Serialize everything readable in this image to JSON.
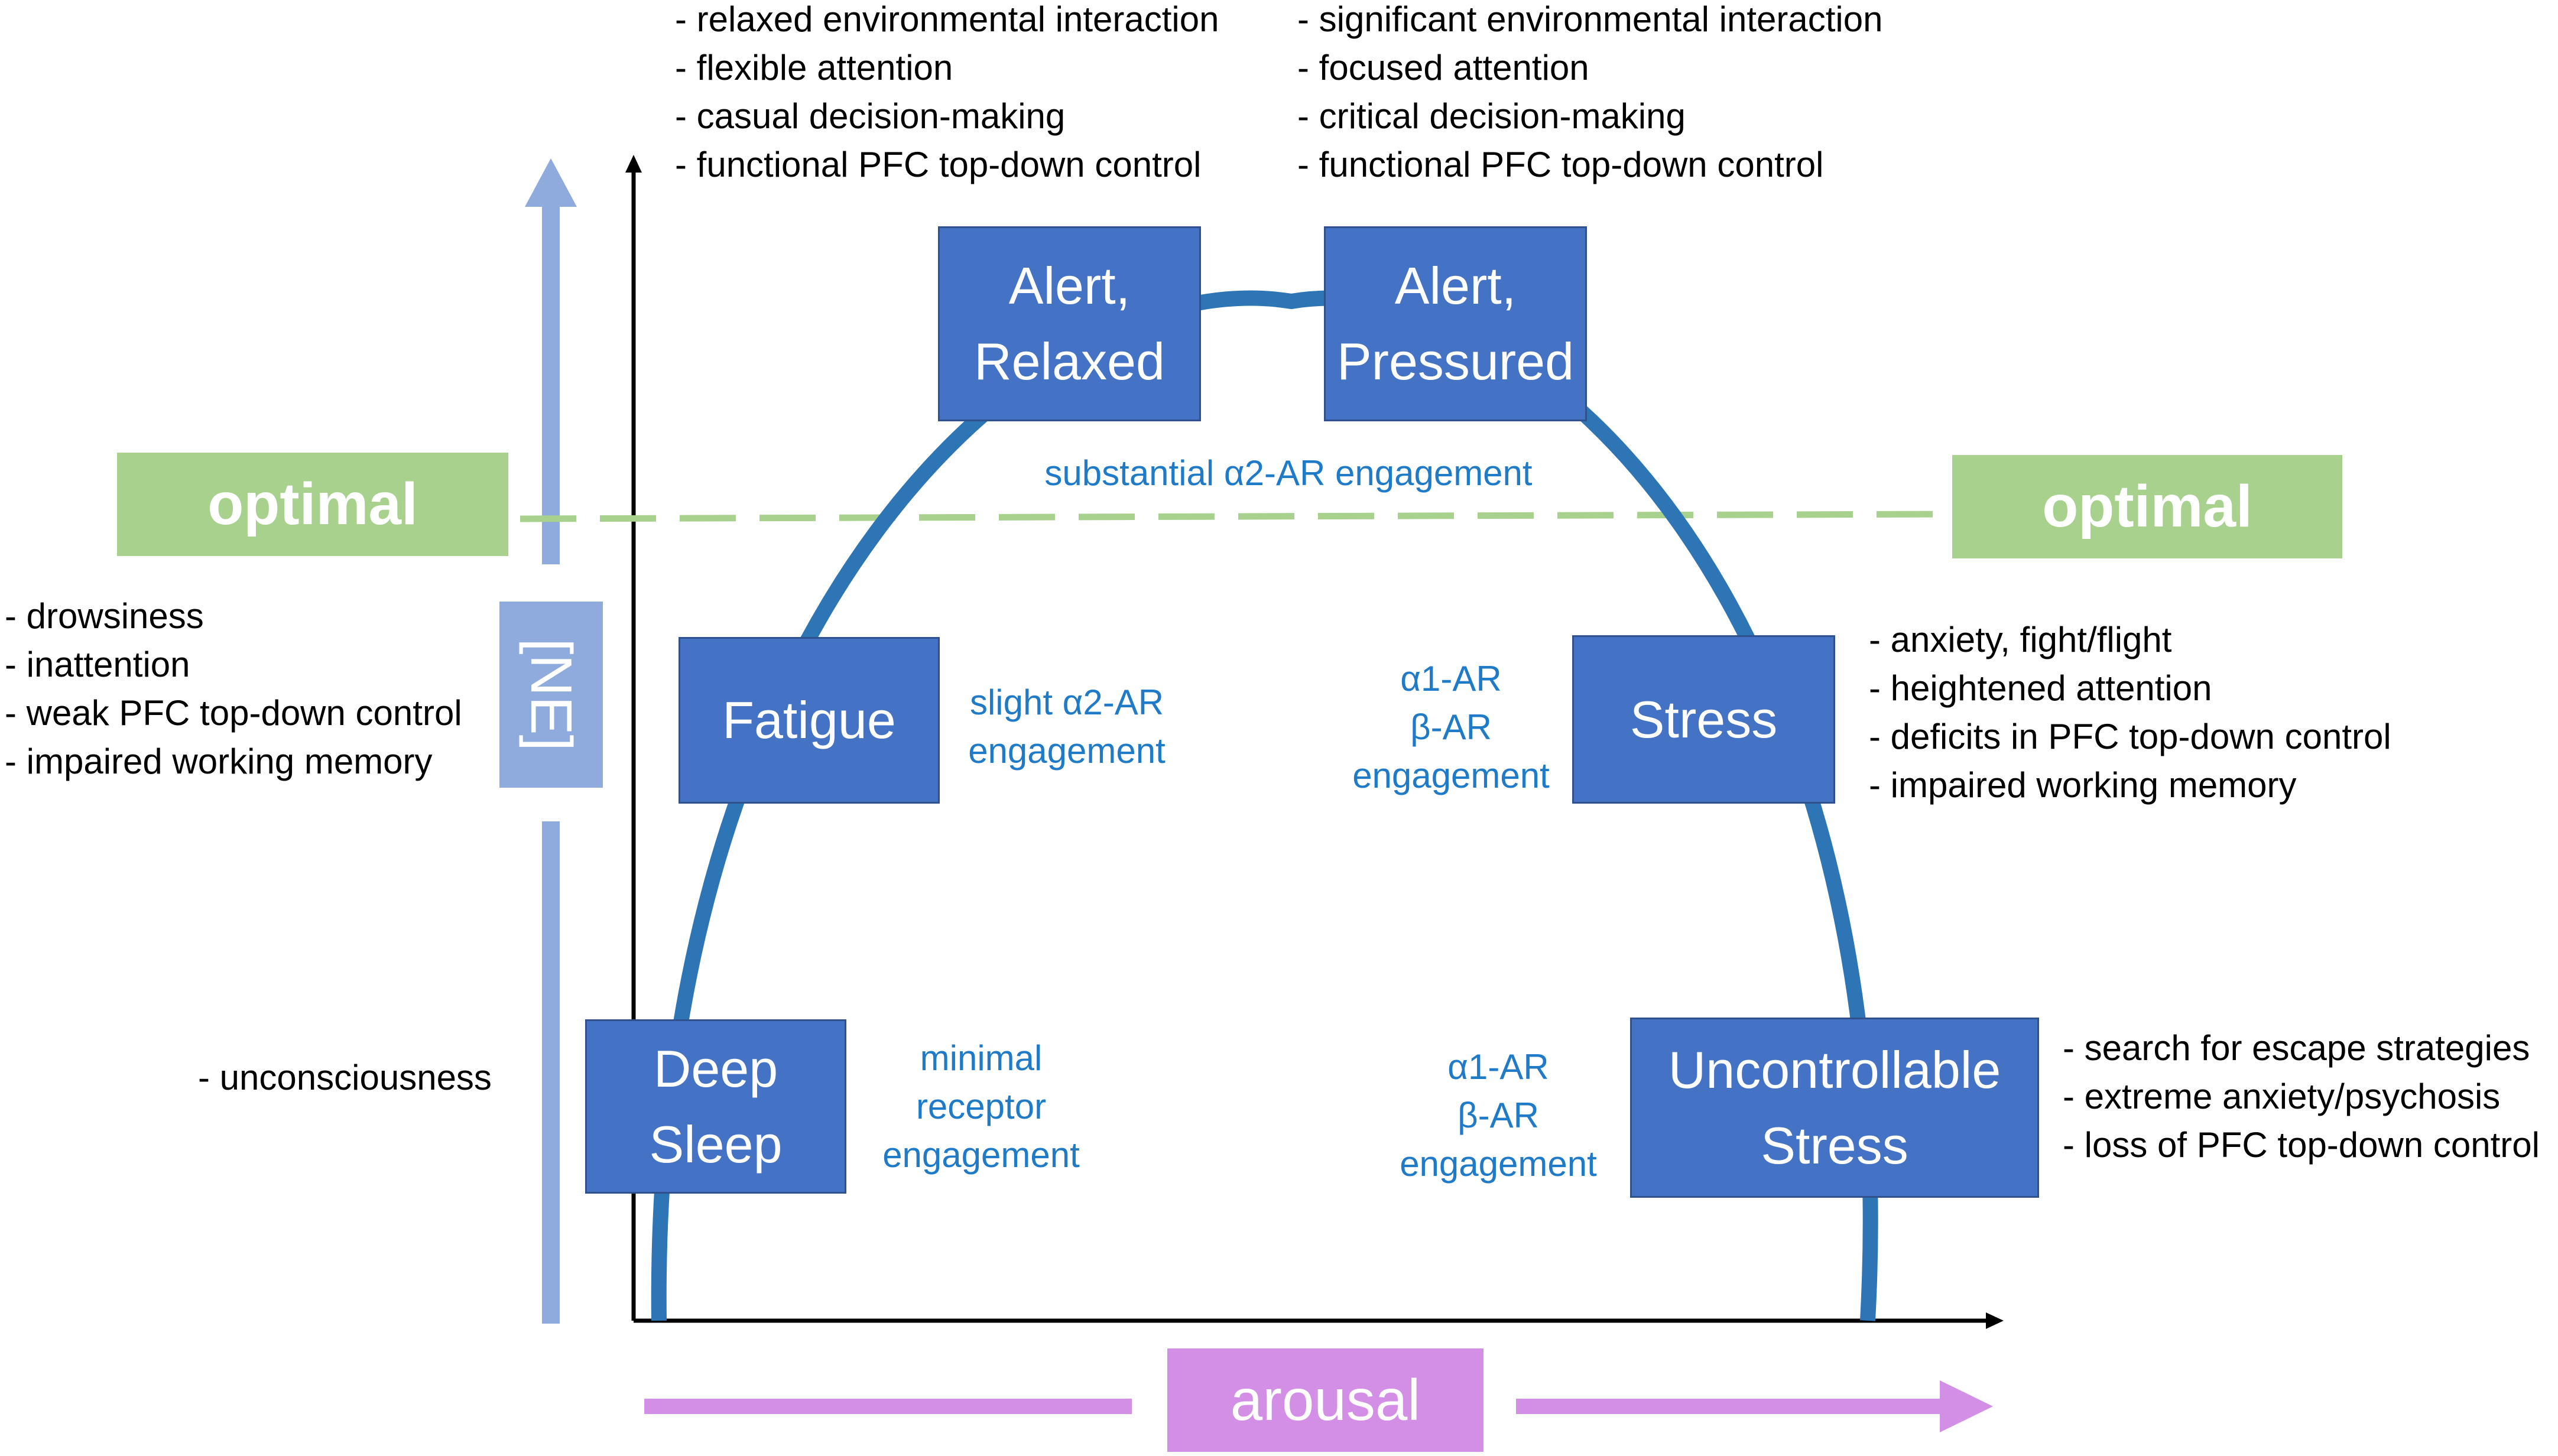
{
  "states": {
    "alert_relaxed": [
      "Alert,",
      "Relaxed"
    ],
    "alert_pressured": [
      "Alert,",
      "Pressured"
    ],
    "fatigue": [
      "Fatigue"
    ],
    "stress": [
      "Stress"
    ],
    "deep_sleep": [
      "Deep",
      "Sleep"
    ],
    "uncontrollable_stress": [
      "Uncontrollable",
      "Stress"
    ]
  },
  "receptors": {
    "substantial": [
      "substantial α2-AR engagement"
    ],
    "slight": [
      "slight α2-AR",
      "engagement"
    ],
    "alpha1_beta_upper": [
      "α1-AR",
      "β-AR",
      "engagement"
    ],
    "minimal": [
      "minimal",
      "receptor",
      "engagement"
    ],
    "alpha1_beta_lower": [
      "α1-AR",
      "β-AR",
      "engagement"
    ]
  },
  "descriptions": {
    "relaxed": [
      "- relaxed environmental interaction",
      "- flexible attention",
      "- casual decision-making",
      "- functional PFC top-down control"
    ],
    "pressured": [
      "- significant environmental interaction",
      "- focused attention",
      "- critical decision-making",
      "- functional PFC top-down control"
    ],
    "fatigue": [
      "- drowsiness",
      "- inattention",
      "- weak PFC top-down control",
      "- impaired working memory"
    ],
    "stress": [
      "- anxiety, fight/flight",
      "- heightened attention",
      "- deficits in PFC top-down control",
      "- impaired working memory"
    ],
    "sleep": [
      "- unconsciousness"
    ],
    "uncontrollable": [
      "- search for escape strategies",
      "- extreme anxiety/psychosis",
      "- loss of PFC top-down control"
    ]
  },
  "labels": {
    "optimal_left": "optimal",
    "optimal_right": "optimal",
    "ne_axis": "[NE]",
    "arousal_axis": "arousal"
  },
  "colors": {
    "state_box": "#4472C4",
    "curve": "#2E75B6",
    "optimal": "#A9D18E",
    "ne_axis": "#8FAADC",
    "arousal_axis": "#D38FE6",
    "receptor_text": "#1F7AC8"
  }
}
